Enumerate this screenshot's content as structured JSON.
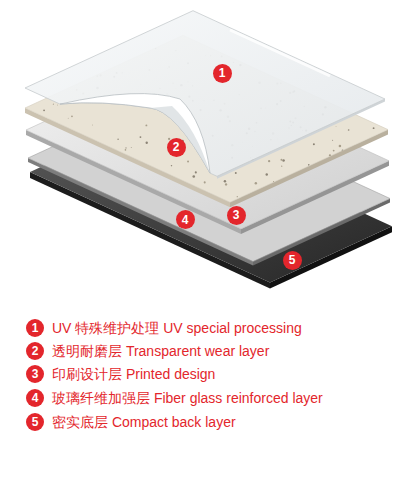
{
  "diagram": {
    "nodes": [
      {
        "text": [
          "1"
        ]
      },
      {
        "text": [
          "2"
        ]
      },
      {
        "text": [
          "3"
        ]
      },
      {
        "text": [
          "4"
        ]
      },
      {
        "text": [
          "5"
        ]
      },
      {
        "text": [
          "1"
        ]
      },
      {
        "text": [
          "2"
        ]
      },
      {
        "text": [
          "3"
        ]
      },
      {
        "text": [
          "4"
        ]
      },
      {
        "text": [
          "5"
        ]
      }
    ],
    "labels": [
      "UV 特殊维护处理 UV special processing",
      "透明耐磨层 Transparent wear layer",
      "印刷设计层 Printed design",
      "玻璃纤维加强层 Fiber glass reinforced layer",
      "密实底层 Compact back layer"
    ]
  }
}
